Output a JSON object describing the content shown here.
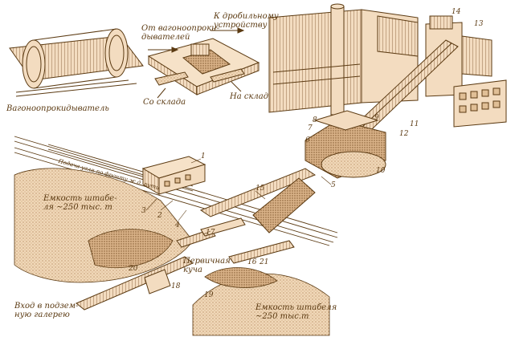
{
  "labels": {
    "car_dumper": "Вагоноопрокидыватель",
    "from_car_dumpers": "От вагоноопроки-\nдывателей",
    "to_crusher": "К дробильному\nустройству",
    "from_storage": "Со склада",
    "to_storage": "На склад",
    "stack_capacity_left": "Емкость штабе-\nля ~250 тыс. т",
    "primary_pile": "Первичная\nкуча",
    "entrance_gallery": "Вход в подзем-\nную галерею",
    "stack_capacity_right": "Емкость штабеля\n~250 тыс.т",
    "track_text": "Подача угля по фронту ж.д. пути"
  },
  "numbers": [
    "1",
    "2",
    "3",
    "4",
    "5",
    "6",
    "7",
    "8",
    "9",
    "10",
    "11",
    "12",
    "13",
    "14",
    "15",
    "16",
    "17",
    "18",
    "19",
    "20",
    "21"
  ],
  "colors": {
    "ink": "#5b3a12",
    "sand": "#e9c9a0",
    "sand_dark": "#c89b6a",
    "bg": "#ffffff"
  }
}
